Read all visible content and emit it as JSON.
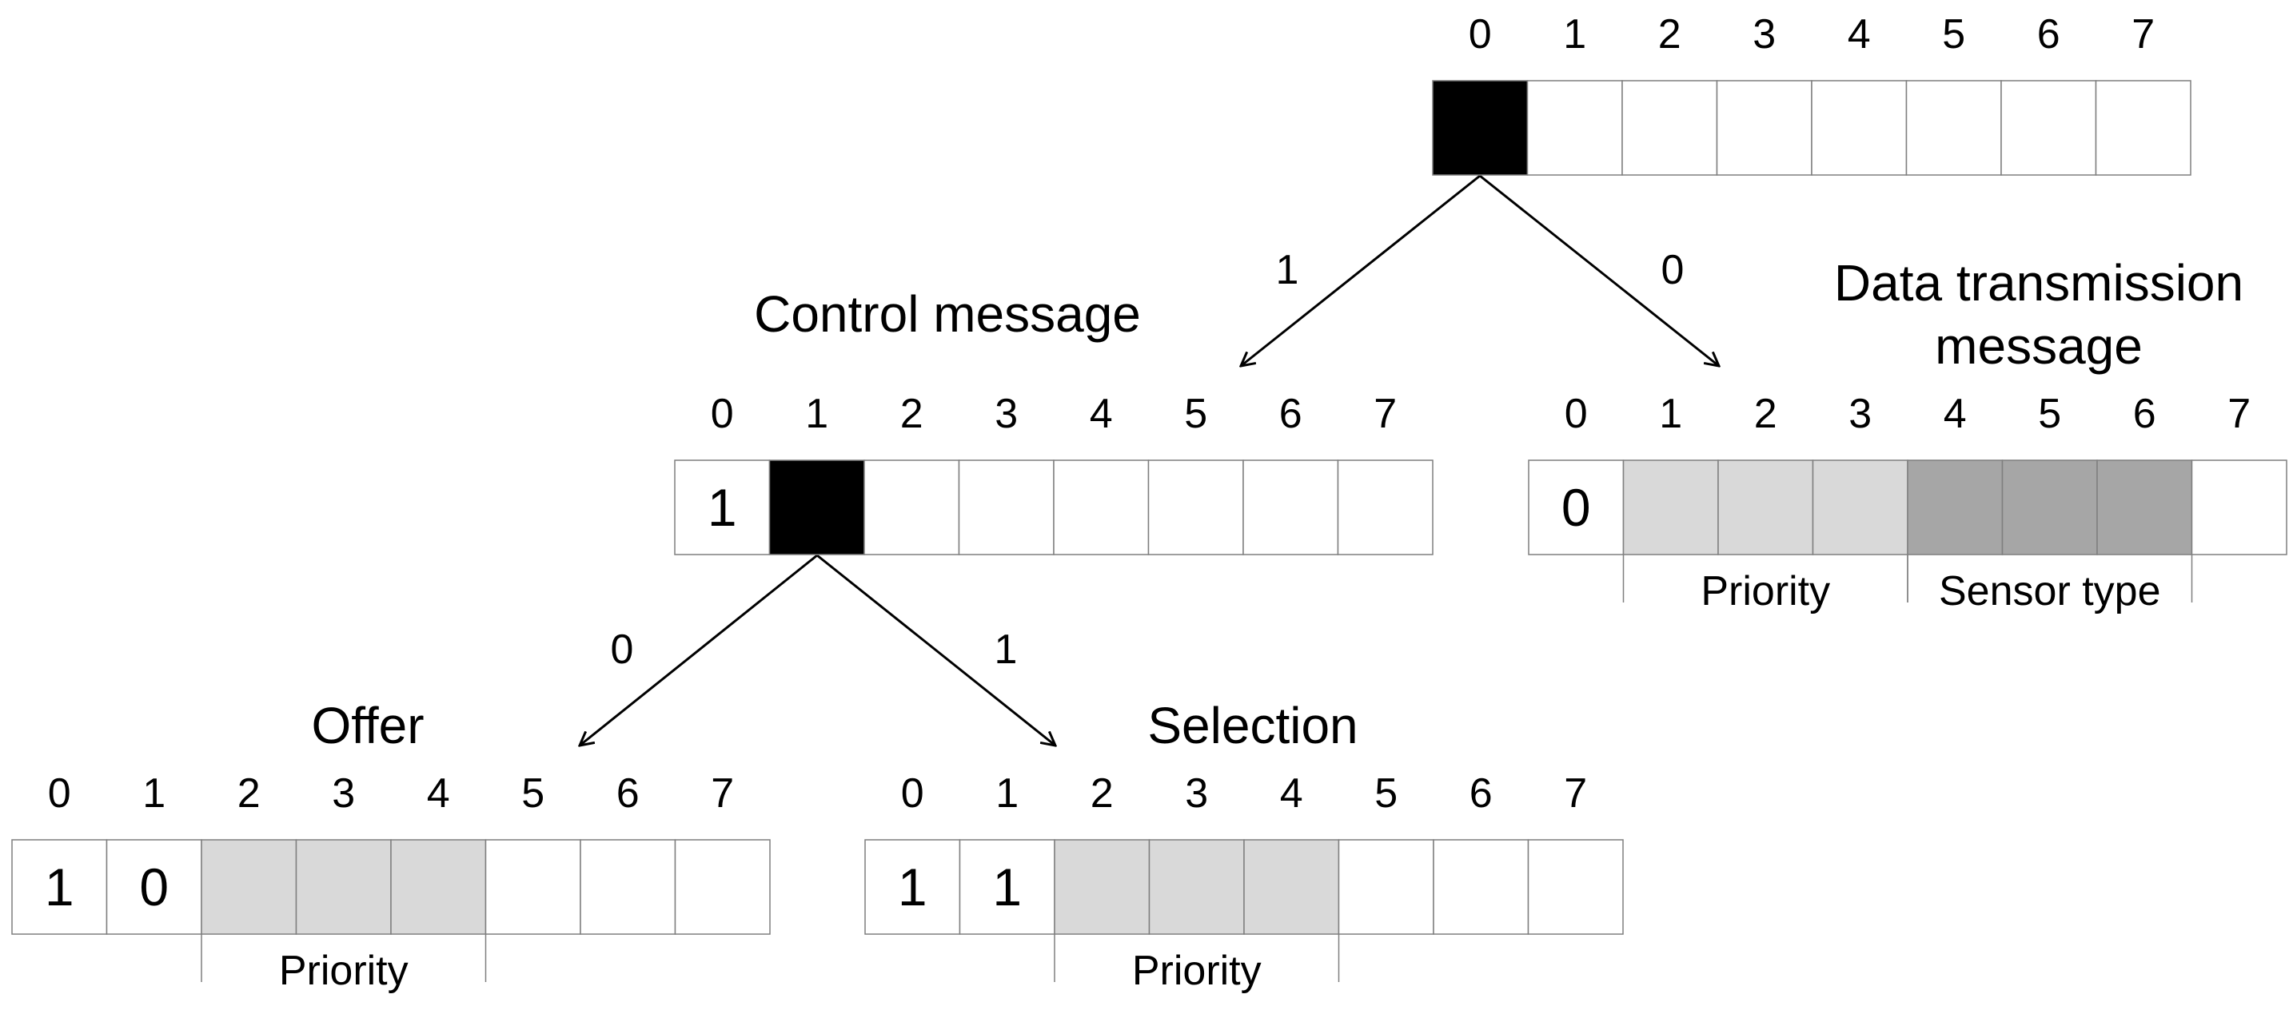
{
  "registers": [
    {
      "id": "root",
      "title": [],
      "indices": [
        "0",
        "1",
        "2",
        "3",
        "4",
        "5",
        "6",
        "7"
      ],
      "cells": [
        {
          "value": "",
          "fill": "#000000"
        },
        {
          "value": "",
          "fill": "#ffffff"
        },
        {
          "value": "",
          "fill": "#ffffff"
        },
        {
          "value": "",
          "fill": "#ffffff"
        },
        {
          "value": "",
          "fill": "#ffffff"
        },
        {
          "value": "",
          "fill": "#ffffff"
        },
        {
          "value": "",
          "fill": "#ffffff"
        },
        {
          "value": "",
          "fill": "#ffffff"
        }
      ],
      "brackets": []
    },
    {
      "id": "control",
      "title": [
        "Control message"
      ],
      "indices": [
        "0",
        "1",
        "2",
        "3",
        "4",
        "5",
        "6",
        "7"
      ],
      "cells": [
        {
          "value": "1",
          "fill": "#ffffff"
        },
        {
          "value": "",
          "fill": "#000000"
        },
        {
          "value": "",
          "fill": "#ffffff"
        },
        {
          "value": "",
          "fill": "#ffffff"
        },
        {
          "value": "",
          "fill": "#ffffff"
        },
        {
          "value": "",
          "fill": "#ffffff"
        },
        {
          "value": "",
          "fill": "#ffffff"
        },
        {
          "value": "",
          "fill": "#ffffff"
        }
      ],
      "brackets": []
    },
    {
      "id": "data-transmission",
      "title": [
        "Data transmission",
        "message"
      ],
      "indices": [
        "0",
        "1",
        "2",
        "3",
        "4",
        "5",
        "6",
        "7"
      ],
      "cells": [
        {
          "value": "0",
          "fill": "#ffffff"
        },
        {
          "value": "",
          "fill": "#d9d9d9"
        },
        {
          "value": "",
          "fill": "#d9d9d9"
        },
        {
          "value": "",
          "fill": "#d9d9d9"
        },
        {
          "value": "",
          "fill": "#a6a6a6"
        },
        {
          "value": "",
          "fill": "#a6a6a6"
        },
        {
          "value": "",
          "fill": "#a6a6a6"
        },
        {
          "value": "",
          "fill": "#ffffff"
        }
      ],
      "brackets": [
        {
          "label": "Priority",
          "from_bit": 1,
          "to_bit": 3
        },
        {
          "label": "Sensor type",
          "from_bit": 4,
          "to_bit": 6
        }
      ]
    },
    {
      "id": "offer",
      "title": [
        "Offer"
      ],
      "indices": [
        "0",
        "1",
        "2",
        "3",
        "4",
        "5",
        "6",
        "7"
      ],
      "cells": [
        {
          "value": "1",
          "fill": "#ffffff"
        },
        {
          "value": "0",
          "fill": "#ffffff"
        },
        {
          "value": "",
          "fill": "#d9d9d9"
        },
        {
          "value": "",
          "fill": "#d9d9d9"
        },
        {
          "value": "",
          "fill": "#d9d9d9"
        },
        {
          "value": "",
          "fill": "#ffffff"
        },
        {
          "value": "",
          "fill": "#ffffff"
        },
        {
          "value": "",
          "fill": "#ffffff"
        }
      ],
      "brackets": [
        {
          "label": "Priority",
          "from_bit": 2,
          "to_bit": 4
        }
      ]
    },
    {
      "id": "selection",
      "title": [
        "Selection"
      ],
      "indices": [
        "0",
        "1",
        "2",
        "3",
        "4",
        "5",
        "6",
        "7"
      ],
      "cells": [
        {
          "value": "1",
          "fill": "#ffffff"
        },
        {
          "value": "1",
          "fill": "#ffffff"
        },
        {
          "value": "",
          "fill": "#d9d9d9"
        },
        {
          "value": "",
          "fill": "#d9d9d9"
        },
        {
          "value": "",
          "fill": "#d9d9d9"
        },
        {
          "value": "",
          "fill": "#ffffff"
        },
        {
          "value": "",
          "fill": "#ffffff"
        },
        {
          "value": "",
          "fill": "#ffffff"
        }
      ],
      "brackets": [
        {
          "label": "Priority",
          "from_bit": 2,
          "to_bit": 4
        }
      ]
    }
  ],
  "edges": [
    {
      "from": "root",
      "to": "control",
      "label": "1"
    },
    {
      "from": "root",
      "to": "data-transmission",
      "label": "0"
    },
    {
      "from": "control",
      "to": "offer",
      "label": "0"
    },
    {
      "from": "control",
      "to": "selection",
      "label": "1"
    }
  ]
}
